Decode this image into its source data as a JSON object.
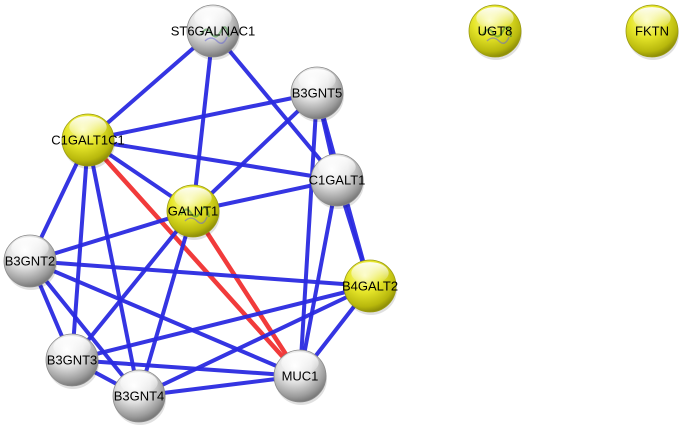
{
  "legend": {
    "colors": {
      "edge_default": "#2a2ae0",
      "edge_highlight": "#f03030",
      "node_white": "#e6e6e6",
      "node_yellow": "#e3e31a"
    }
  },
  "nodes": [
    {
      "id": "ST6GALNAC1",
      "label": "ST6GALNAC1",
      "color": "white",
      "icon": "protein-structure-icon"
    },
    {
      "id": "UGT8",
      "label": "UGT8",
      "color": "yellow",
      "icon": "protein-structure-icon"
    },
    {
      "id": "FKTN",
      "label": "FKTN",
      "color": "yellow",
      "icon": ""
    },
    {
      "id": "B3GNT5",
      "label": "B3GNT5",
      "color": "white",
      "icon": ""
    },
    {
      "id": "C1GALT1C1",
      "label": "C1GALT1C1",
      "color": "yellow",
      "icon": ""
    },
    {
      "id": "C1GALT1",
      "label": "C1GALT1",
      "color": "white",
      "icon": ""
    },
    {
      "id": "GALNT1",
      "label": "GALNT1",
      "color": "yellow",
      "icon": "protein-structure-icon"
    },
    {
      "id": "B3GNT2",
      "label": "B3GNT2",
      "color": "white",
      "icon": ""
    },
    {
      "id": "B4GALT2",
      "label": "B4GALT2",
      "color": "yellow",
      "icon": ""
    },
    {
      "id": "B3GNT3",
      "label": "B3GNT3",
      "color": "white",
      "icon": ""
    },
    {
      "id": "MUC1",
      "label": "MUC1",
      "color": "white",
      "icon": ""
    },
    {
      "id": "B3GNT4",
      "label": "B3GNT4",
      "color": "white",
      "icon": ""
    }
  ],
  "edges": [
    {
      "source": "ST6GALNAC1",
      "target": "C1GALT1C1",
      "color": "blue"
    },
    {
      "source": "ST6GALNAC1",
      "target": "GALNT1",
      "color": "blue"
    },
    {
      "source": "ST6GALNAC1",
      "target": "C1GALT1",
      "color": "blue"
    },
    {
      "source": "B3GNT5",
      "target": "C1GALT1C1",
      "color": "blue"
    },
    {
      "source": "B3GNT5",
      "target": "GALNT1",
      "color": "blue"
    },
    {
      "source": "B3GNT5",
      "target": "C1GALT1",
      "color": "blue"
    },
    {
      "source": "B3GNT5",
      "target": "B4GALT2",
      "color": "blue"
    },
    {
      "source": "B3GNT5",
      "target": "MUC1",
      "color": "blue"
    },
    {
      "source": "C1GALT1C1",
      "target": "C1GALT1",
      "color": "blue"
    },
    {
      "source": "C1GALT1C1",
      "target": "GALNT1",
      "color": "blue"
    },
    {
      "source": "C1GALT1C1",
      "target": "B3GNT2",
      "color": "blue"
    },
    {
      "source": "C1GALT1C1",
      "target": "B3GNT3",
      "color": "blue"
    },
    {
      "source": "C1GALT1C1",
      "target": "B3GNT4",
      "color": "blue"
    },
    {
      "source": "C1GALT1C1",
      "target": "MUC1",
      "color": "red"
    },
    {
      "source": "GALNT1",
      "target": "C1GALT1",
      "color": "blue"
    },
    {
      "source": "GALNT1",
      "target": "B3GNT2",
      "color": "blue"
    },
    {
      "source": "GALNT1",
      "target": "B3GNT3",
      "color": "blue"
    },
    {
      "source": "GALNT1",
      "target": "B3GNT4",
      "color": "blue"
    },
    {
      "source": "GALNT1",
      "target": "MUC1",
      "color": "red"
    },
    {
      "source": "C1GALT1",
      "target": "B4GALT2",
      "color": "blue"
    },
    {
      "source": "C1GALT1",
      "target": "MUC1",
      "color": "blue"
    },
    {
      "source": "B3GNT2",
      "target": "B4GALT2",
      "color": "blue"
    },
    {
      "source": "B3GNT2",
      "target": "B3GNT3",
      "color": "blue"
    },
    {
      "source": "B3GNT2",
      "target": "B3GNT4",
      "color": "blue"
    },
    {
      "source": "B3GNT2",
      "target": "MUC1",
      "color": "blue"
    },
    {
      "source": "B4GALT2",
      "target": "B3GNT3",
      "color": "blue"
    },
    {
      "source": "B4GALT2",
      "target": "B3GNT4",
      "color": "blue"
    },
    {
      "source": "B4GALT2",
      "target": "MUC1",
      "color": "blue"
    },
    {
      "source": "B3GNT3",
      "target": "B3GNT4",
      "color": "blue"
    },
    {
      "source": "B3GNT3",
      "target": "MUC1",
      "color": "blue"
    },
    {
      "source": "B3GNT4",
      "target": "MUC1",
      "color": "blue"
    }
  ]
}
